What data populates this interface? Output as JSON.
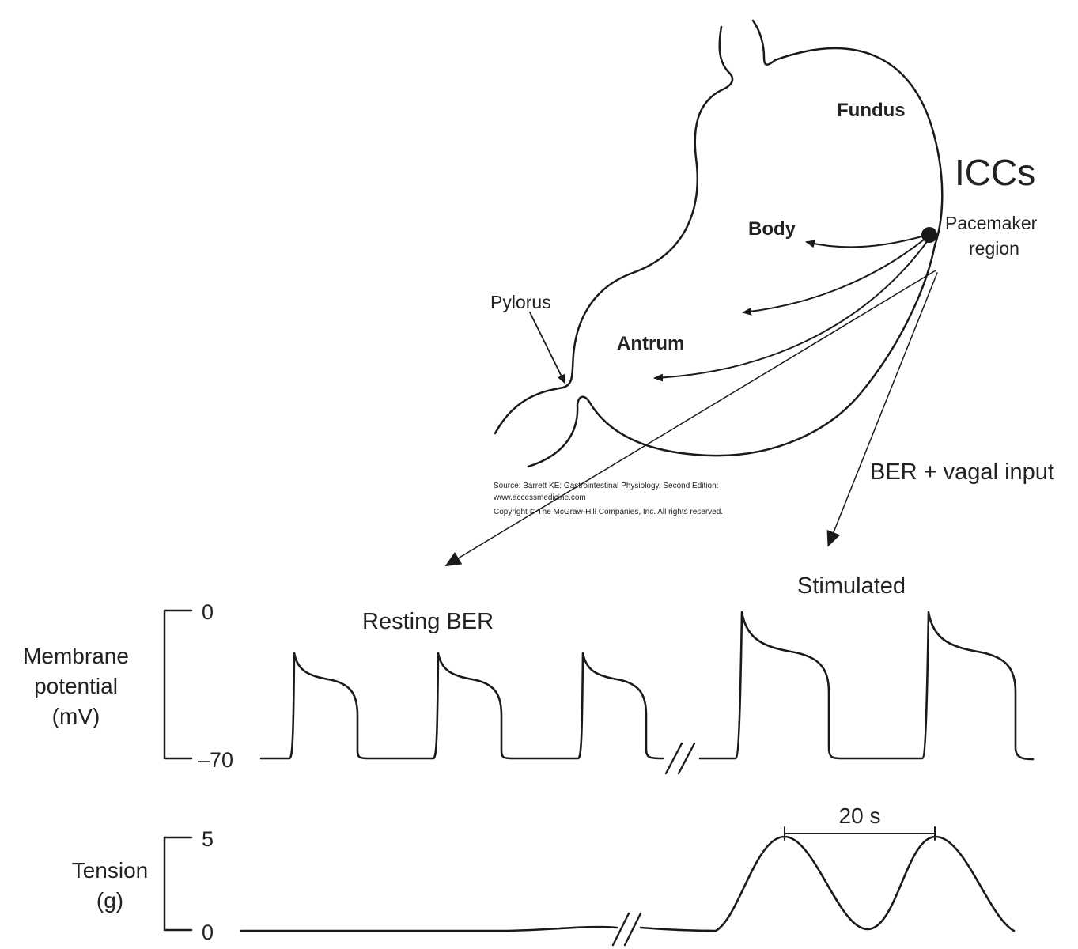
{
  "stomach": {
    "fundus": "Fundus",
    "body": "Body",
    "antrum": "Antrum",
    "pylorus": "Pylorus",
    "iccs": "ICCs",
    "pacemaker_line1": "Pacemaker",
    "pacemaker_line2": "region",
    "vagal": "BER + vagal input"
  },
  "source": {
    "line1": "Source: Barrett KE: Gastrointestinal Physiology, Second Edition:",
    "line2": "www.accessmedicine.com",
    "line3": "Copyright © The McGraw-Hill Companies, Inc. All rights reserved."
  },
  "traces": {
    "resting": "Resting BER",
    "stimulated": "Stimulated",
    "membrane_line1": "Membrane",
    "membrane_line2": "potential",
    "membrane_line3": "(mV)",
    "mv_top": "0",
    "mv_bottom": "–70",
    "tension_line1": "Tension",
    "tension_line2": "(g)",
    "g_top": "5",
    "g_bottom": "0",
    "period": "20 s"
  }
}
